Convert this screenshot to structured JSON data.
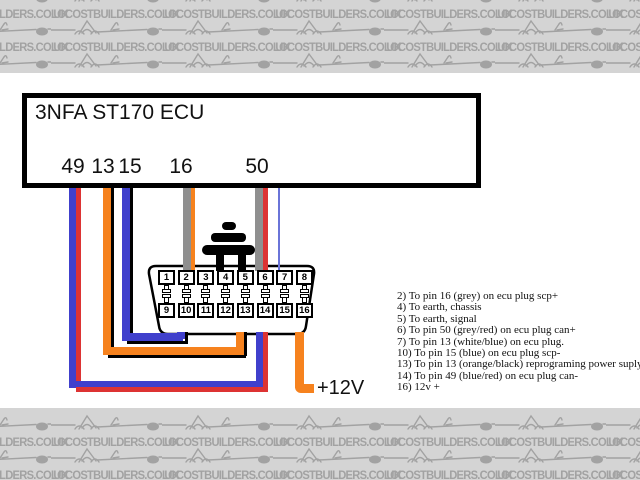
{
  "watermark": {
    "text": "LOCOSTBUILDERS.CO.UK"
  },
  "ecu": {
    "title": "3NFA ST170 ECU",
    "pin_labels": [
      "49",
      "13",
      "15",
      "16",
      "50"
    ]
  },
  "obd": {
    "top_pins": [
      "1",
      "2",
      "3",
      "4",
      "5",
      "6",
      "7",
      "8"
    ],
    "bottom_pins": [
      "9",
      "10",
      "11",
      "12",
      "13",
      "14",
      "15",
      "16"
    ]
  },
  "power_label": "+12V",
  "notes": [
    "2) To pin 16 (grey) on ecu plug scp+",
    "4) To earth, chassis",
    "5) To earth, signal",
    "6) To pin 50 (grey/red) on ecu plug can+",
    "7) To pin 13 (white/blue) on ecu plug.",
    "10) To pin 15 (blue) on ecu plug scp-",
    "13) To pin 13 (orange/black) reprograming power suply",
    "14) To pin 49 (blue/red) on ecu plug can-",
    "16) 12v +"
  ],
  "colors": {
    "blue": "#4040cc",
    "red": "#dd3333",
    "orange": "#f6821e",
    "grey": "#8f8f8f",
    "black": "#000000",
    "light_blue": "#6a74d8",
    "band_bg": "#d4d4d4",
    "watermark_grey": "#a2a2a2"
  }
}
